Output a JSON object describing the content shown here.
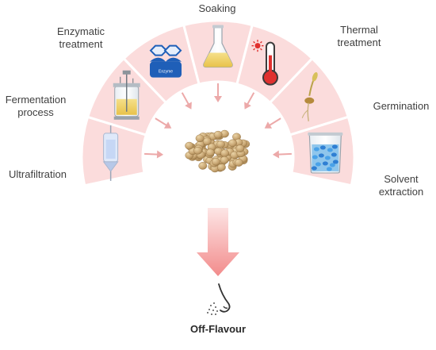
{
  "center": {
    "name": "soybeans"
  },
  "treatments": [
    {
      "id": "ultrafiltration",
      "label": [
        "Ultrafiltration"
      ],
      "icon": "filtration-column-icon"
    },
    {
      "id": "fermentation",
      "label": [
        "Fermentation",
        "process"
      ],
      "icon": "bioreactor-icon"
    },
    {
      "id": "enzymatic",
      "label": [
        "Enzymatic",
        "treatment"
      ],
      "icon": "enzyme-icon"
    },
    {
      "id": "soaking",
      "label": [
        "Soaking"
      ],
      "icon": "flask-icon"
    },
    {
      "id": "thermal",
      "label": [
        "Thermal",
        "treatment"
      ],
      "icon": "thermometer-icon"
    },
    {
      "id": "germination",
      "label": [
        "Germination"
      ],
      "icon": "sprout-icon"
    },
    {
      "id": "solvent",
      "label": [
        "Solvent",
        "extraction"
      ],
      "icon": "beaker-icon"
    }
  ],
  "enzyme_badge": "Enzyme",
  "outcome": {
    "label": "Off-Flavour",
    "icon": "nose-icon"
  },
  "colors": {
    "ring": "#fbdcdc",
    "ring_divider": "#ffffff",
    "arrow": "#f4a6a6",
    "arrow_small": "#eca9a9",
    "bean": "#c9a774",
    "text": "#3f3f3f"
  }
}
